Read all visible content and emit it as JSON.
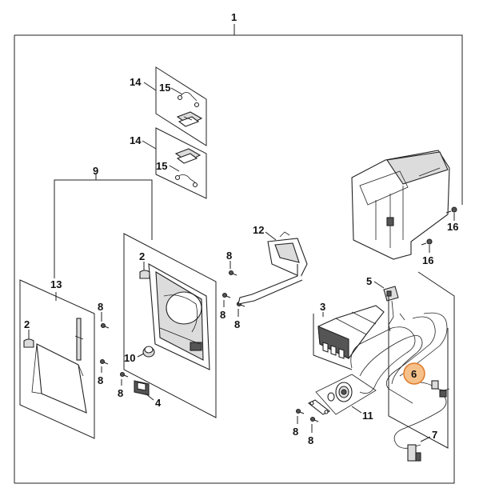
{
  "labels": {
    "main": "1",
    "housing_assembly": "9",
    "panel": "13",
    "clip_a": "2",
    "clip_b": "2",
    "screw_a": "8",
    "screw_b": "8",
    "screw_c": "8",
    "screw_d": "8",
    "screw_e": "8",
    "screw_f": "8",
    "screw_g": "8",
    "screw_h": "8",
    "knob": "10",
    "switch": "4",
    "bracket": "12",
    "module": "3",
    "connector": "5",
    "cable_highlighted": "6",
    "cable_lower": "7",
    "bearing_kit": "11",
    "kit_top": "14",
    "kit_bottom": "14",
    "spring_top": "15",
    "spring_bottom": "15",
    "bolt_a": "16",
    "bolt_b": "16"
  },
  "colors": {
    "highlight_fill": "#f6c08a",
    "highlight_stroke": "#e07a28",
    "line": "#222222"
  }
}
